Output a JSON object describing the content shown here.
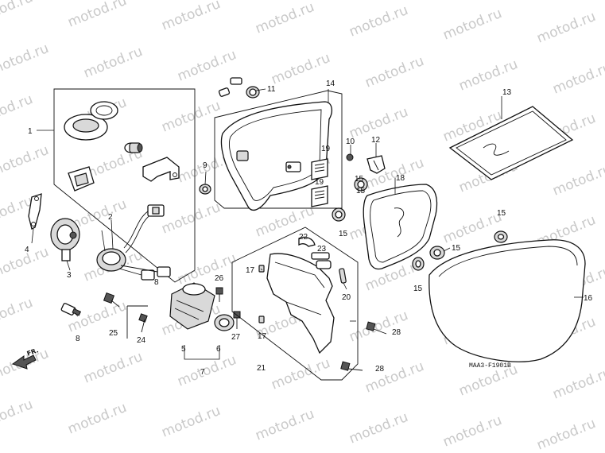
{
  "watermark": {
    "text": "motod.ru",
    "color": "#c9c9c9",
    "rows": 9,
    "cols": 7
  },
  "reference_code": "MAA3-F1901B",
  "direction_label": "FR.",
  "callouts": [
    {
      "id": "c1",
      "label": "1"
    },
    {
      "id": "c2",
      "label": "2"
    },
    {
      "id": "c3",
      "label": "3"
    },
    {
      "id": "c4",
      "label": "4"
    },
    {
      "id": "c5",
      "label": "5"
    },
    {
      "id": "c6",
      "label": "6"
    },
    {
      "id": "c7",
      "label": "7"
    },
    {
      "id": "c8a",
      "label": "8"
    },
    {
      "id": "c8b",
      "label": "8"
    },
    {
      "id": "c9",
      "label": "9"
    },
    {
      "id": "c10",
      "label": "10"
    },
    {
      "id": "c11",
      "label": "11"
    },
    {
      "id": "c12",
      "label": "12"
    },
    {
      "id": "c13",
      "label": "13"
    },
    {
      "id": "c14",
      "label": "14"
    },
    {
      "id": "c15a",
      "label": "15"
    },
    {
      "id": "c15b",
      "label": "15"
    },
    {
      "id": "c15c",
      "label": "15"
    },
    {
      "id": "c15d",
      "label": "15"
    },
    {
      "id": "c15e",
      "label": "15"
    },
    {
      "id": "c15f",
      "label": "15"
    },
    {
      "id": "c16",
      "label": "16"
    },
    {
      "id": "c17a",
      "label": "17"
    },
    {
      "id": "c17b",
      "label": "17"
    },
    {
      "id": "c18",
      "label": "18"
    },
    {
      "id": "c19a",
      "label": "19"
    },
    {
      "id": "c19b",
      "label": "19"
    },
    {
      "id": "c20",
      "label": "20"
    },
    {
      "id": "c21",
      "label": "21"
    },
    {
      "id": "c22",
      "label": "22"
    },
    {
      "id": "c23",
      "label": "23"
    },
    {
      "id": "c24",
      "label": "24"
    },
    {
      "id": "c25",
      "label": "25"
    },
    {
      "id": "c26",
      "label": "26"
    },
    {
      "id": "c27",
      "label": "27"
    },
    {
      "id": "c28a",
      "label": "28"
    },
    {
      "id": "c28b",
      "label": "28"
    }
  ]
}
